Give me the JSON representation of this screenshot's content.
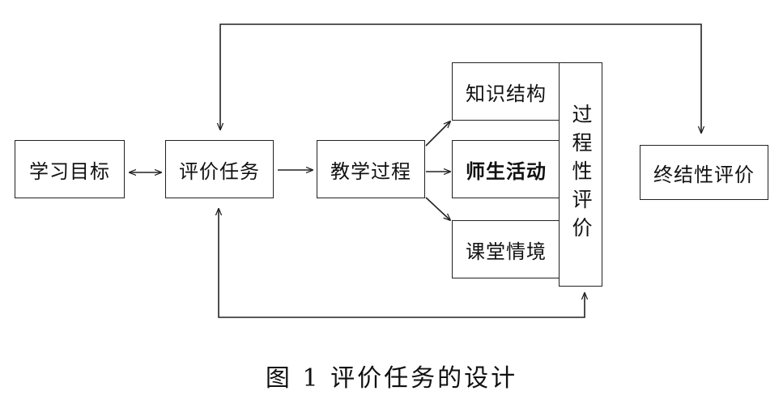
{
  "nodes": {
    "goal": "学习目标",
    "task": "评价任务",
    "process": "教学过程",
    "knowledge": "知识结构",
    "activity": "师生活动",
    "situation": "课堂情境",
    "process_eval": "过程性评价",
    "final_eval": "终结性评价"
  },
  "caption": "图 1  评价任务的设计",
  "colors": {
    "stroke": "#222222",
    "text": "#111111"
  }
}
